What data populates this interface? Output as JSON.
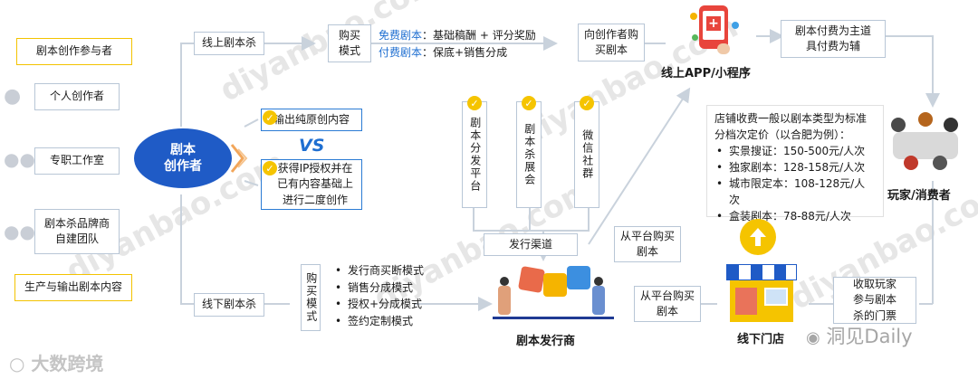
{
  "left": {
    "participants_title": "剧本创作参与者",
    "individual": "个人创作者",
    "studio": "专职工作室",
    "brand_team": "剧本杀品牌商自建团队",
    "production_note": "生产与输出剧本内容"
  },
  "creator": {
    "line1": "剧本",
    "line2": "创作者"
  },
  "content": {
    "original": "输出纯原创内容",
    "vs": "VS",
    "ip": "获得IP授权并在已有内容基础上进行二度创作"
  },
  "online": {
    "label": "线上剧本杀",
    "purchase_mode": "购买模式",
    "free_key": "免费剧本",
    "free_text": "：基础稿酬 + 评分奖励",
    "paid_key": "付费剧本",
    "paid_text": "：保底+销售分成",
    "buy_from_creator": "向创作者购买剧本",
    "app_title": "线上APP/小程序",
    "payment_note": "剧本付费为主道具付费为辅"
  },
  "channels": {
    "platform": "剧本分发平台",
    "expo": "剧本杀展会",
    "wechat": "微信社群",
    "label": "发行渠道"
  },
  "offline": {
    "label": "线下剧本杀",
    "purchase_mode": "购买模式",
    "modes": [
      "发行商买断模式",
      "销售分成模式",
      "授权+分成模式",
      "签约定制模式"
    ],
    "publisher_title": "剧本发行商",
    "buy_from_platform_1": "从平台购买剧本",
    "buy_from_platform_2": "从平台购买剧本",
    "store_title": "线下门店",
    "collect_fee": "收取玩家参与剧本杀的门票"
  },
  "pricing": {
    "intro": "店铺收费一般以剧本类型为标准分档次定价（以合肥为例）：",
    "items": [
      "实景搜证：150-500元/人次",
      "独家剧本：128-158元/人次",
      "城市限定本：108-128元/人次",
      "盒装剧本：78-88元/人次"
    ]
  },
  "consumer": {
    "title": "玩家/消费者"
  },
  "watermarks": {
    "brand": "大数跨境",
    "wechat": "洞见Daily",
    "site": "diyanbao.com"
  },
  "colors": {
    "accent_blue": "#1f6fd1",
    "yellow": "#f3c300",
    "creator_fill": "#1f5bc6",
    "arrow_gray": "#c9d2dc"
  }
}
